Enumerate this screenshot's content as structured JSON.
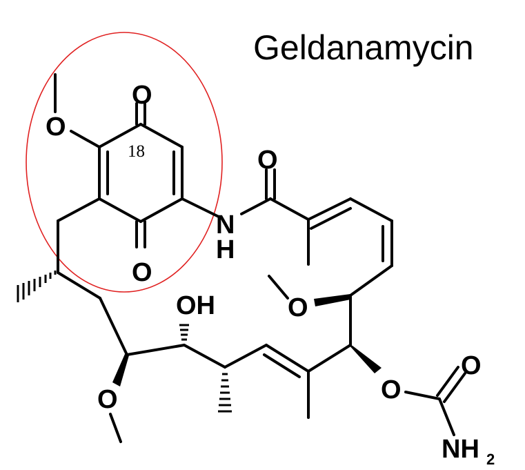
{
  "title": "Geldanamycin",
  "ring_number": "18",
  "atoms": {
    "o_quinone_top": "O",
    "o_quinone_bottom": "O",
    "o_methoxy_ring": "O",
    "o_amide": "O",
    "n_amide": "N",
    "h_amide": "H",
    "oh": "OH",
    "o_methoxy_left": "O",
    "o_methoxy_right": "O",
    "o_carbamate_ester": "O",
    "o_carbamate_carbonyl": "O",
    "nh_carbamate": "NH",
    "nh_subscript": "2"
  },
  "colors": {
    "highlight_ring": "#e02020",
    "bond": "#000000"
  }
}
